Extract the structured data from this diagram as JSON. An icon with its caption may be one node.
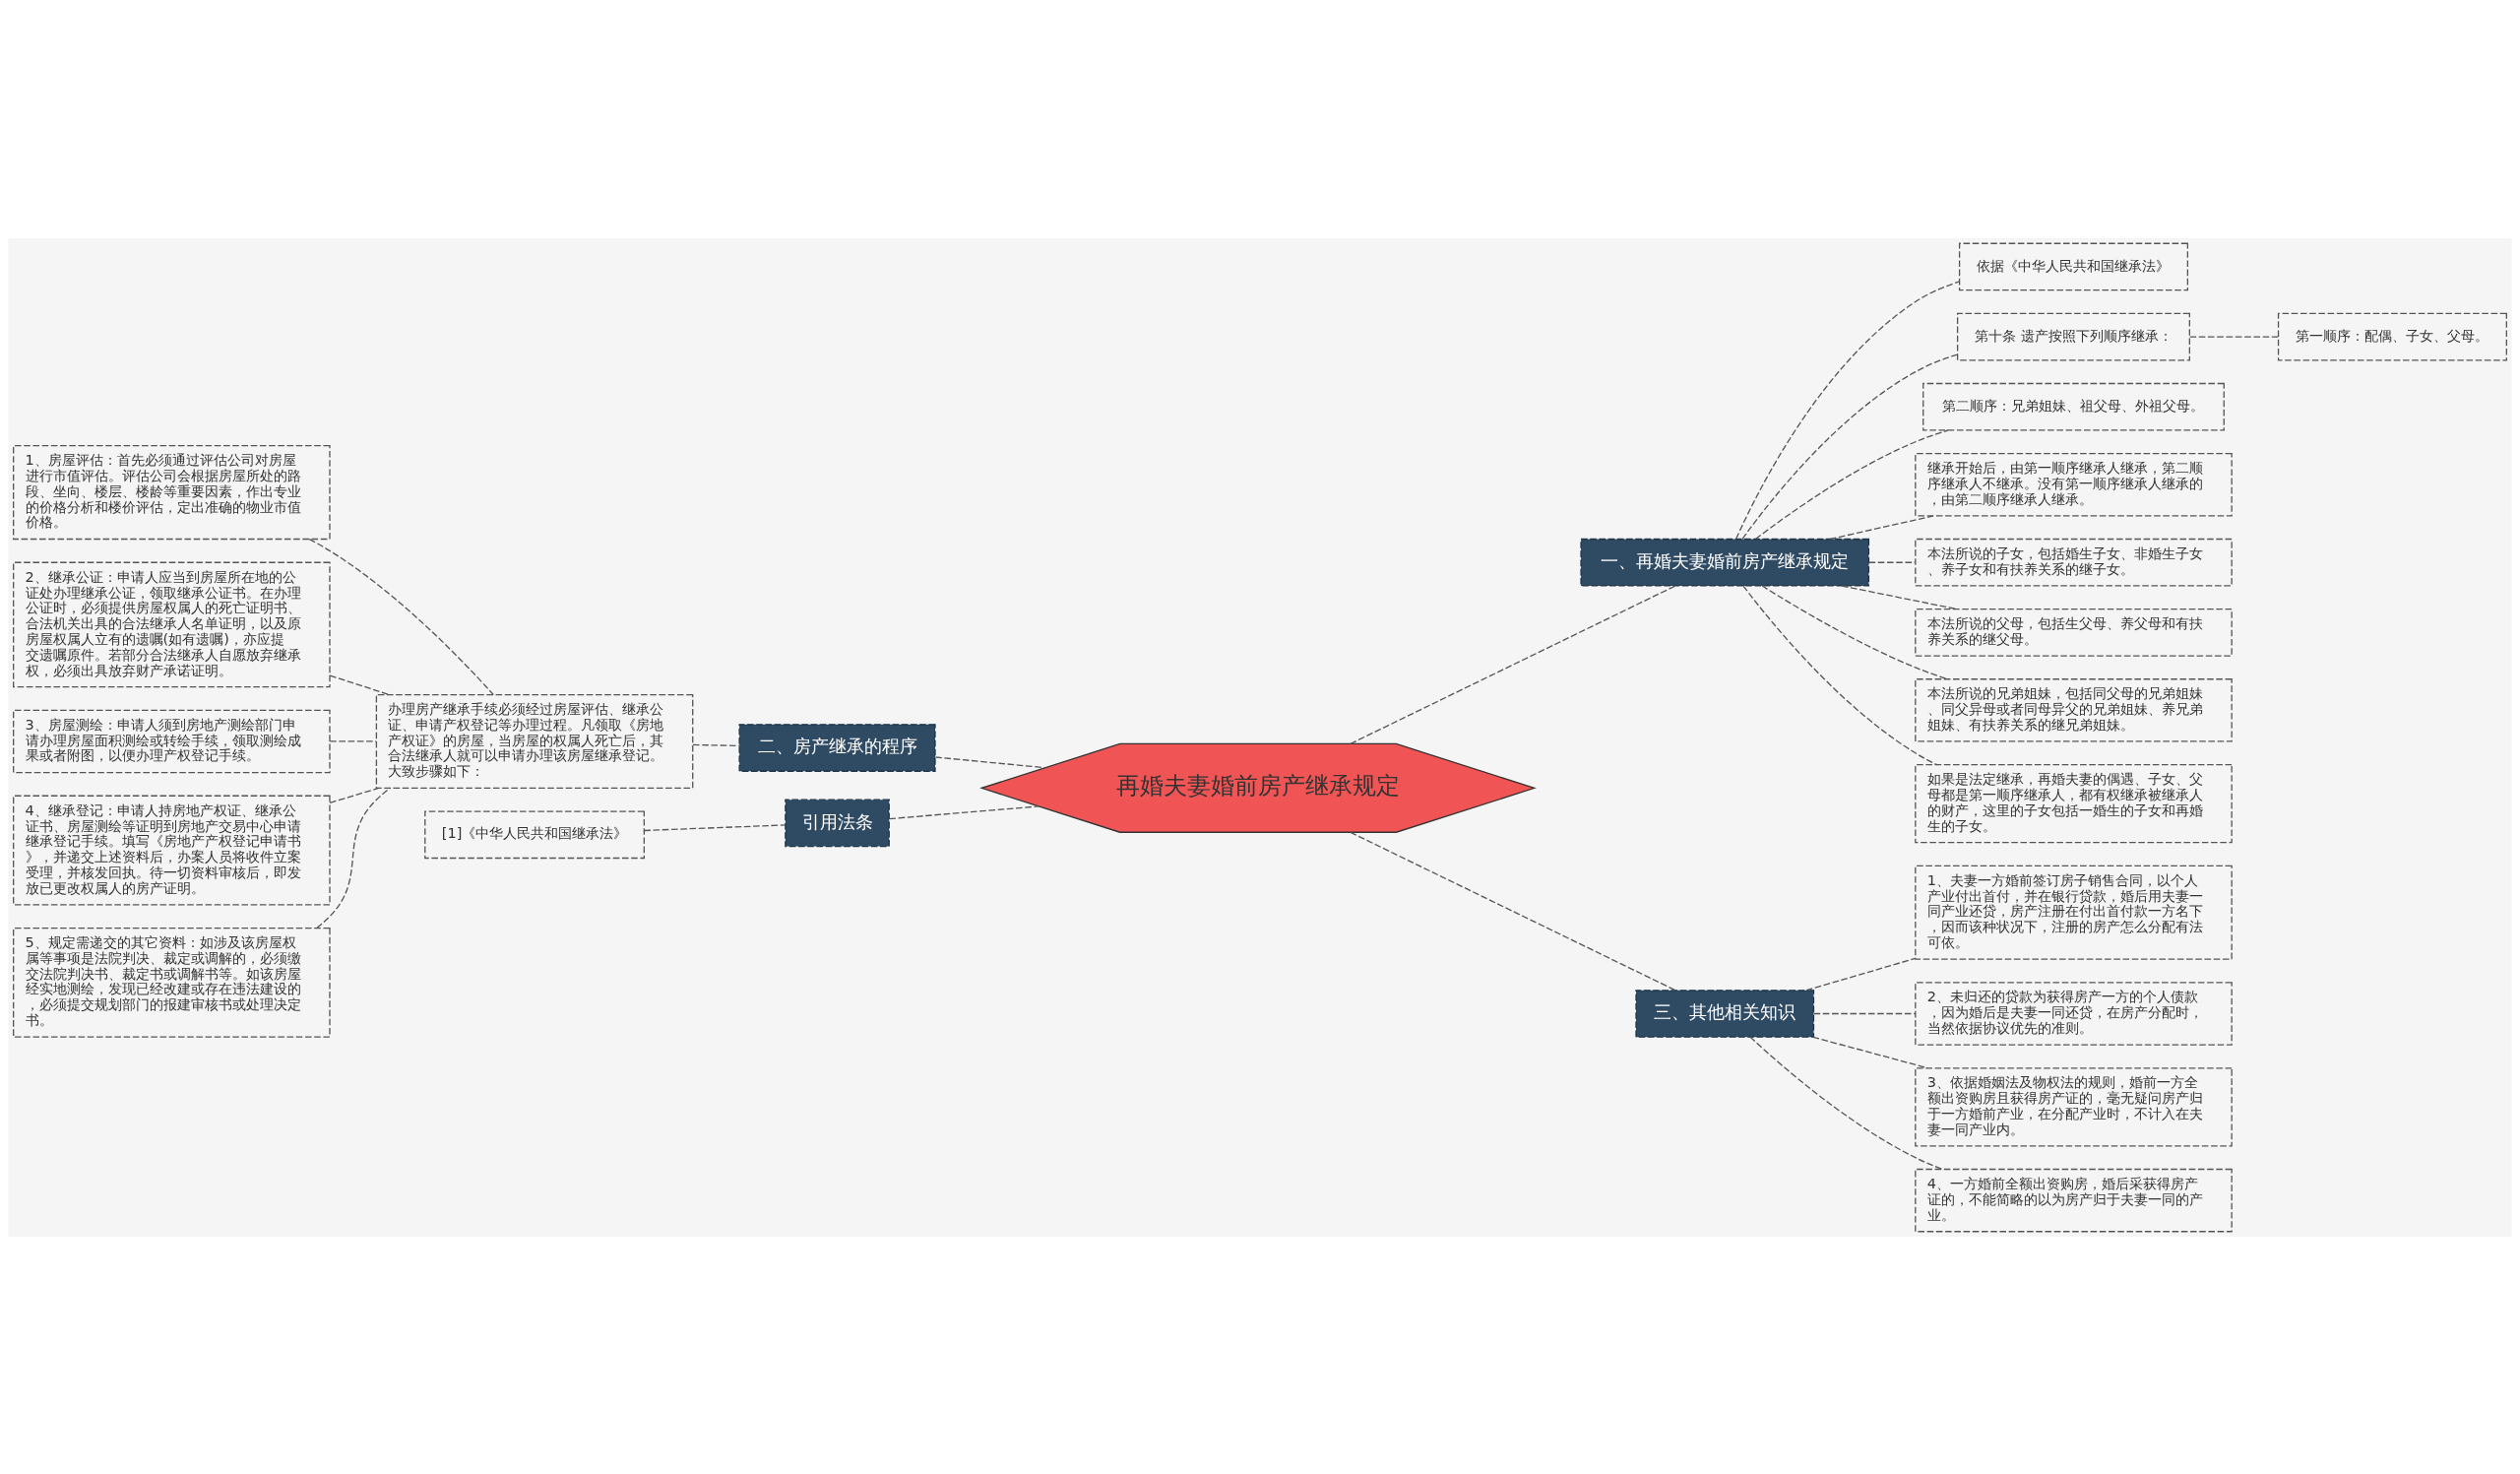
{
  "diagram": {
    "nodes": [
      {
        "text": [
          "再婚夫妻婚前房产继承规定"
        ]
      },
      {
        "text": [
          "一、再婚夫妻婚前房产继承规定"
        ]
      },
      {
        "text": [
          "依据《中华人民共和国继承法》"
        ]
      },
      {
        "text": [
          "第十条 遗产按照下列顺序继承："
        ]
      },
      {
        "text": [
          "第一顺序：配偶、子女、父母。"
        ]
      },
      {
        "text": [
          "第二顺序：兄弟姐妹、祖父母、外祖父母。"
        ]
      },
      {
        "text": [
          "继承开始后，由第一顺序继承人继承，第二顺序继承人不继承。没有第一顺序继承人继承的，由第二顺序继承人继承。"
        ]
      },
      {
        "text": [
          "本法所说的子女，包括婚生子女、非婚生子女、养子女和有扶养关系的继子女。"
        ]
      },
      {
        "text": [
          "本法所说的父母，包括生父母、养父母和有扶养关系的继父母。"
        ]
      },
      {
        "text": [
          "本法所说的兄弟姐妹，包括同父母的兄弟姐妹、同父异母或者同母异父的兄弟姐妹、养兄弟姐妹、有扶养关系的继兄弟姐妹。"
        ]
      },
      {
        "text": [
          "如果是法定继承，再婚夫妻的偶遇、子女、父母都是第一顺序继承人，都有权继承被继承人的财产，这里的子女包括一婚生的子女和再婚生的子女。"
        ]
      },
      {
        "text": [
          "二、房产继承的程序"
        ]
      },
      {
        "text": [
          "办理房产继承手续必须经过房屋评估、继承公证、申请产权登记等办理过程。凡领取《房地产权证》的房屋，当房屋的权属人死亡后，其合法继承人就可以申请办理该房屋继承登记。大致步骤如下："
        ]
      },
      {
        "text": [
          "1、房屋评估：首先必须通过评估公司对房屋进行市值评估。评估公司会根据房屋所处的路段、坐向、楼层、楼龄等重要因素，作出专业的价格分析和楼价评估，定出准确的物业市值价格。"
        ]
      },
      {
        "text": [
          "2、继承公证：申请人应当到房屋所在地的公证处办理继承公证，领取继承公证书。在办理公证时，必须提供房屋权属人的死亡证明书、合法机关出具的合法继承人名单证明，以及原房屋权属人立有的遗嘱(如有遗嘱)，亦应提交遗嘱原件。若部分合法继承人自愿放弃继承权，必须出具放弃财产承诺证明。"
        ]
      },
      {
        "text": [
          "3、房屋测绘：申请人须到房地产测绘部门申请办理房屋面积测绘或转绘手续，领取测绘成果或者附图，以便办理产权登记手续。"
        ]
      },
      {
        "text": [
          "4、继承登记：申请人持房地产权证、继承公证书、房屋测绘等证明到房地产交易中心申请继承登记手续。填写《房地产产权登记申请书》，并递交上述资料后，办案人员将收件立案受理，并核发回执。待一切资料审核后，即发放已更改权属人的房产证明。"
        ]
      },
      {
        "text": [
          "5、规定需递交的其它资料：如涉及该房屋权属等事项是法院判决、裁定或调解的，必须缴交法院判决书、裁定书或调解书等。如该房屋经实地测绘，发现已经改建或存在违法建设的，必须提交规划部门的报建审核书或处理决定书。"
        ]
      },
      {
        "text": [
          "三、其他相关知识"
        ]
      },
      {
        "text": [
          "1、夫妻一方婚前签订房子销售合同，以个人产业付出首付，并在银行贷款，婚后用夫妻一同产业还贷，房产注册在付出首付款一方名下，因而该种状况下，注册的房产怎么分配有法可依。"
        ]
      },
      {
        "text": [
          "2、未归还的贷款为获得房产一方的个人债款，因为婚后是夫妻一同还贷，在房产分配时，当然依据协议优先的准则。"
        ]
      },
      {
        "text": [
          "3、依据婚姻法及物权法的规则，婚前一方全额出资购房且获得房产证的，毫无疑问房产归于一方婚前产业，在分配产业时，不计入在夫妻一同产业内。"
        ]
      },
      {
        "text": [
          "4、一方婚前全额出资购房，婚后采获得房产证的，不能简略的以为房产归于夫妻一同的产业。"
        ]
      },
      {
        "text": [
          "引用法条"
        ]
      },
      {
        "text": [
          "[1]《中华人民共和国继承法》"
        ]
      }
    ],
    "edges": [
      {
        "from": 0,
        "to": 1,
        "arrow": "none",
        "style": "dashed"
      },
      {
        "from": 1,
        "to": 2,
        "arrow": "none",
        "style": "dashed"
      },
      {
        "from": 1,
        "to": 3,
        "arrow": "none",
        "style": "dashed"
      },
      {
        "from": 3,
        "to": 4,
        "arrow": "none",
        "style": "dashed"
      },
      {
        "from": 1,
        "to": 5,
        "arrow": "none",
        "style": "dashed"
      },
      {
        "from": 1,
        "to": 6,
        "arrow": "none",
        "style": "dashed"
      },
      {
        "from": 1,
        "to": 7,
        "arrow": "none",
        "style": "dashed"
      },
      {
        "from": 1,
        "to": 8,
        "arrow": "none",
        "style": "dashed"
      },
      {
        "from": 1,
        "to": 9,
        "arrow": "none",
        "style": "dashed"
      },
      {
        "from": 1,
        "to": 10,
        "arrow": "none",
        "style": "dashed"
      },
      {
        "from": 0,
        "to": 11,
        "arrow": "none",
        "style": "dashed"
      },
      {
        "from": 11,
        "to": 12,
        "arrow": "none",
        "style": "dashed"
      },
      {
        "from": 12,
        "to": 13,
        "arrow": "none",
        "style": "dashed"
      },
      {
        "from": 12,
        "to": 14,
        "arrow": "none",
        "style": "dashed"
      },
      {
        "from": 12,
        "to": 15,
        "arrow": "none",
        "style": "dashed"
      },
      {
        "from": 12,
        "to": 16,
        "arrow": "none",
        "style": "dashed"
      },
      {
        "from": 12,
        "to": 17,
        "arrow": "none",
        "style": "dashed"
      },
      {
        "from": 0,
        "to": 18,
        "arrow": "none",
        "style": "dashed"
      },
      {
        "from": 18,
        "to": 19,
        "arrow": "none",
        "style": "dashed"
      },
      {
        "from": 18,
        "to": 20,
        "arrow": "none",
        "style": "dashed"
      },
      {
        "from": 18,
        "to": 21,
        "arrow": "none",
        "style": "dashed"
      },
      {
        "from": 18,
        "to": 22,
        "arrow": "none",
        "style": "dashed"
      },
      {
        "from": 0,
        "to": 23,
        "arrow": "none",
        "style": "dashed"
      },
      {
        "from": 23,
        "to": 24,
        "arrow": "none",
        "style": "dashed"
      }
    ]
  }
}
